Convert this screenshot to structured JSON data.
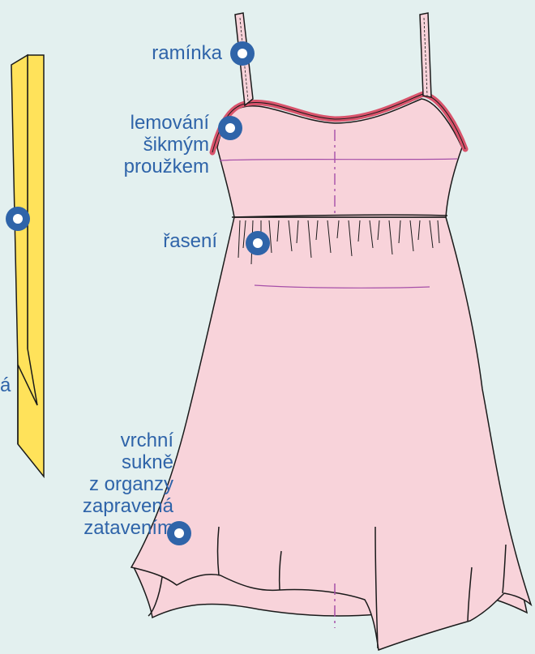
{
  "labels": {
    "straps": "ramínka",
    "binding_line1": "lemování",
    "binding_line2": "šikmým",
    "binding_line3": "proužkem",
    "gathering": "řasení",
    "partial_left_label": "á",
    "overskirt_line1": "vrchní",
    "overskirt_line2": "sukně",
    "overskirt_line3": "z organzy",
    "overskirt_line4": "zapravená",
    "overskirt_line5": "zatavením"
  },
  "colors": {
    "background": "#e3f0ef",
    "dress_fill": "#f8d3da",
    "binding_trim": "#d9546c",
    "stitch_lines": "#a64fa8",
    "yellow_strip": "#ffe25a",
    "label_text": "#2f64a9",
    "marker": "#2f64a9",
    "outline": "#1a1a1a"
  },
  "icons": {
    "marker": "circle-marker-icon"
  }
}
